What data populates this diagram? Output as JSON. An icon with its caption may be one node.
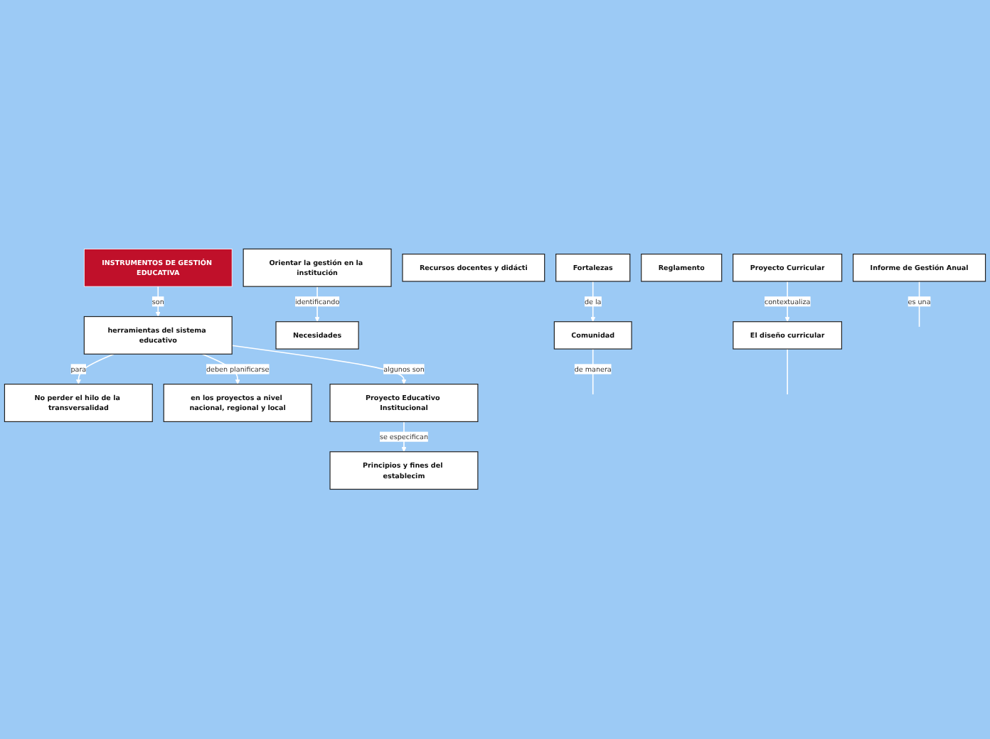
{
  "diagram": {
    "nodes": [
      {
        "text": [
          "INSTRUMENTOS DE GESTIÓN EDUCATIVA"
        ]
      },
      {
        "text": [
          "herramientas del sistema educativo"
        ]
      },
      {
        "text": [
          "No perder el hilo de la transversalidad"
        ]
      },
      {
        "text": [
          "en los proyectos a nivel nacional, regional y local"
        ]
      },
      {
        "text": [
          "Orientar la gestión en la institución"
        ]
      },
      {
        "text": [
          "Proyecto Educativo Institucional"
        ]
      },
      {
        "text": [
          "Principios y fines del establecim"
        ]
      },
      {
        "text": [
          "Recursos docentes y didácti"
        ]
      },
      {
        "text": [
          "Fortalezas"
        ]
      },
      {
        "text": [
          "Necesidades"
        ]
      },
      {
        "text": [
          "Reglamento"
        ]
      },
      {
        "text": [
          "Proyecto Curricular"
        ]
      },
      {
        "text": [
          "Comunidad"
        ]
      },
      {
        "text": [
          "Informe de Gestión Anual"
        ]
      },
      {
        "text": [
          "El diseño curricular"
        ]
      }
    ],
    "edges": [
      {
        "from": 0,
        "to": 1,
        "arrow": "to",
        "label": "son"
      },
      {
        "from": 1,
        "to": 2,
        "arrow": "to",
        "label": "para"
      },
      {
        "from": 1,
        "to": 3,
        "arrow": "to",
        "label": "deben planificarse"
      },
      {
        "from": 1,
        "to": 5,
        "arrow": "to",
        "label": "algunos son"
      },
      {
        "from": 5,
        "to": 6,
        "arrow": "to",
        "label": "se especifican"
      },
      {
        "from": 4,
        "to": 9,
        "arrow": "to",
        "label": "identificando"
      },
      {
        "from": 8,
        "to": 12,
        "arrow": "to",
        "label": "de la"
      },
      {
        "from": 11,
        "to": 14,
        "arrow": "to",
        "label": "contextualiza"
      },
      {
        "from": 12,
        "to": null,
        "arrow": "none",
        "label": "de manera"
      },
      {
        "from": 13,
        "to": null,
        "arrow": "none",
        "label": "es una"
      },
      {
        "from": 14,
        "to": null,
        "arrow": "none"
      }
    ]
  }
}
